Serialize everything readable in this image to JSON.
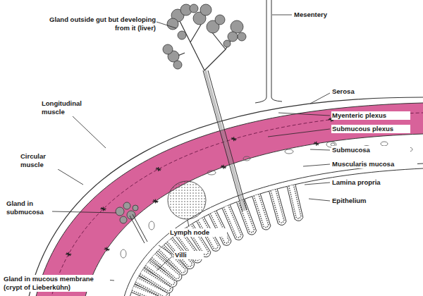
{
  "diagram": {
    "labels": [
      "Gland outside gut but developing from it (liver)",
      "Mesentery",
      "Serosa",
      "Longitudinal muscle",
      "Myenteric plexus",
      "Submucous plexus",
      "Circular muscle",
      "Submucosa",
      "Muscularis mucosa",
      "Lamina propria",
      "Epithelium",
      "Gland in submucosa",
      "Lymph node",
      "Villi",
      "Gland in mucous membrane (crypt of Lieberkühn)"
    ]
  }
}
